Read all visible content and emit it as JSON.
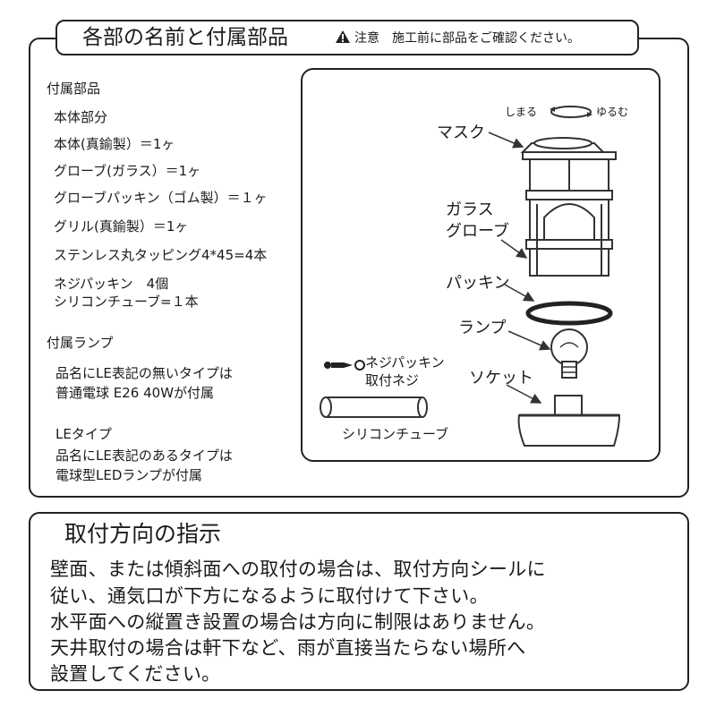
{
  "header": {
    "title": "各部の名前と付属部品",
    "caution_icon": "warning-triangle-icon",
    "caution": "注意　施工前に部品をご確認ください。"
  },
  "parts": {
    "heading": "付属部品",
    "subheading": "本体部分",
    "items": [
      "本体(真鍮製）＝1ヶ",
      "グローブ(ガラス）＝1ヶ",
      "グローブパッキン（ゴム製）＝１ヶ",
      "グリル(真鍮製）＝1ヶ",
      "ステンレス丸タッピング4*45=4本",
      "ネジパッキン　4個",
      "シリコンチューブ=１本"
    ],
    "lamp_heading": "付属ランプ",
    "lamp_text_1": "品名にLE表記の無いタイプは",
    "lamp_text_2": "普通電球 E26 40Wが付属",
    "led_heading": "LEタイプ",
    "led_text_1": "品名にLE表記のあるタイプは",
    "led_text_2": "電球型LEDランプが付属"
  },
  "diagram": {
    "tighten": "しまる",
    "loosen": "ゆるむ",
    "mask": "マスク",
    "glass_1": "ガラス",
    "glass_2": "グローブ",
    "packing": "パッキン",
    "lamp": "ランプ",
    "screw_1": "ネジパッキン",
    "screw_2": "取付ネジ",
    "socket": "ソケット",
    "tube": "シリコンチューブ"
  },
  "orientation": {
    "heading": "取付方向の指示",
    "lines": [
      "壁面、または傾斜面への取付の場合は、取付方向シールに",
      "従い、通気口が下方になるように取付けて下さい。",
      "水平面への縦置き設置の場合は方向に制限はありません。",
      "天井取付の場合は軒下など、雨が直接当たらない場所へ",
      "設置してください。"
    ]
  }
}
